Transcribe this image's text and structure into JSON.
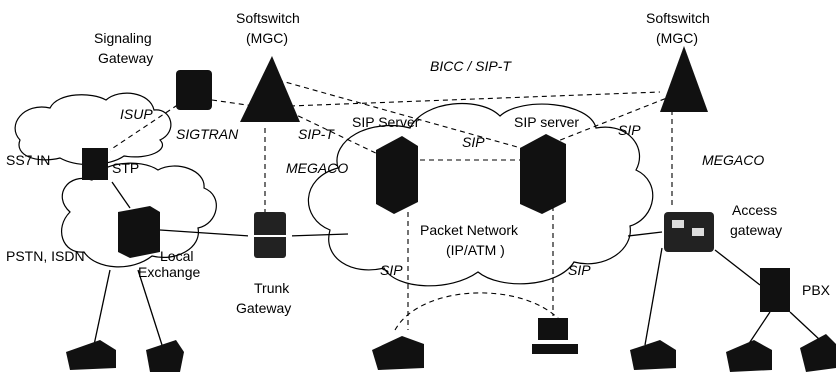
{
  "labels": {
    "softswitch_left": "Softswitch",
    "mgc_left": "(MGC)",
    "softswitch_right": "Softswitch",
    "mgc_right": "(MGC)",
    "signaling_gateway_1": "Signaling",
    "signaling_gateway_2": "Gateway",
    "bicc_sipt": "BICC / SIP-T",
    "isup": "ISUP",
    "sigtran": "SIGTRAN",
    "sip_t": "SIP-T",
    "sip_server_left": "SIP Server",
    "sip_server_right": "SIP server",
    "sip_between_servers": "SIP",
    "sip_right_top": "SIP",
    "ss7_in": "SS7 IN",
    "stp": "STP",
    "megaco_left": "MEGACO",
    "megaco_right": "MEGACO",
    "access_gateway_1": "Access",
    "access_gateway_2": "gateway",
    "packet_network_1": "Packet Network",
    "packet_network_2": "(IP/ATM )",
    "pstn_isdn": "PSTN, ISDN",
    "local_exchange_1": "Local",
    "local_exchange_2": "Exchange",
    "trunk_gateway_1": "Trunk",
    "trunk_gateway_2": "Gateway",
    "sip_bottom_left": "SIP",
    "sip_bottom_right": "SIP",
    "pbx": "PBX"
  }
}
